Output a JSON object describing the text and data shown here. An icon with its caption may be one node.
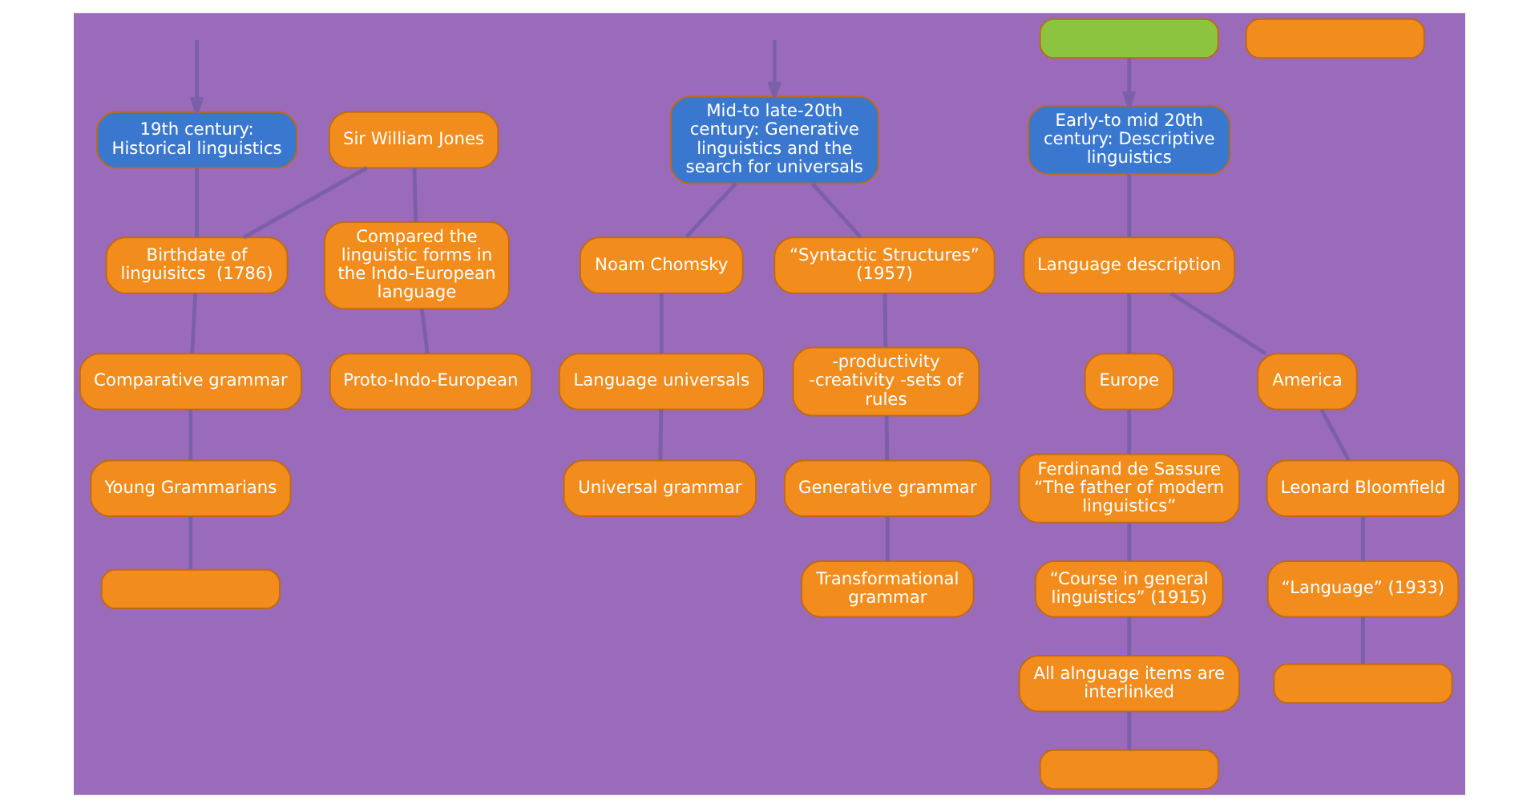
{
  "diagram": {
    "nodes": [
      {
        "text": [],
        "shape": "box"
      },
      {
        "text": [
          "19th century: Historical linguistics"
        ]
      },
      {
        "text": [
          "Early-to mid 20th century: Descriptive linguistics"
        ]
      },
      {
        "text": [
          "Mid-to late-20th century: Generative linguistics and the search for universals"
        ]
      },
      {
        "text": [
          "Sir William Jones"
        ]
      },
      {
        "text": [
          "Birthdate of linguisitcs  (1786)"
        ]
      },
      {
        "text": [
          "Compared the linguistic forms in the Indo-European language"
        ]
      },
      {
        "text": [
          "Proto-Indo-European"
        ]
      },
      {
        "text": [
          "Comparative grammar"
        ]
      },
      {
        "text": [
          "Young Grammarians"
        ]
      },
      {
        "text": [
          "Language description"
        ]
      },
      {
        "text": [
          "Europe"
        ]
      },
      {
        "text": [
          "America"
        ]
      },
      {
        "text": [
          "Ferdinand de Sassure",
          "“The father of modern linguistics”"
        ]
      },
      {
        "text": [
          "“Course in general linguistics” (1915)"
        ]
      },
      {
        "text": [
          "All alnguage items are interlinked"
        ]
      },
      {
        "text": [
          "Leonard Bloomfield"
        ]
      },
      {
        "text": [
          "“Language” (1933)"
        ]
      },
      {
        "text": [
          "Noam Chomsky"
        ]
      },
      {
        "text": [
          "“Syntactic Structures” (1957)"
        ]
      },
      {
        "text": [
          "Language universals"
        ]
      },
      {
        "text": [
          "Universal grammar"
        ]
      },
      {
        "text": [
          "-productivity -creativity -sets of rules"
        ]
      },
      {
        "text": [
          "Generative grammar"
        ]
      },
      {
        "text": [
          "Transformational grammar"
        ]
      },
      {
        "text": [],
        "shape": "box"
      },
      {
        "text": [],
        "shape": "box"
      },
      {
        "text": [],
        "shape": "box"
      },
      {
        "text": [],
        "shape": "box"
      }
    ],
    "edges": [
      {
        "from": null,
        "to": 1,
        "arrow": "to"
      },
      {
        "from": 0,
        "to": 2,
        "arrow": "to"
      },
      {
        "from": null,
        "to": 3,
        "arrow": "to"
      },
      {
        "from": 1,
        "to": 5,
        "arrow": "none"
      },
      {
        "from": 4,
        "to": 5,
        "arrow": "none"
      },
      {
        "from": 4,
        "to": 6,
        "arrow": "none"
      },
      {
        "from": 6,
        "to": 7,
        "arrow": "none"
      },
      {
        "from": 5,
        "to": 8,
        "arrow": "none"
      },
      {
        "from": 8,
        "to": 9,
        "arrow": "none"
      },
      {
        "from": 9,
        "to": 25,
        "arrow": "none"
      },
      {
        "from": 2,
        "to": 10,
        "arrow": "none"
      },
      {
        "from": 10,
        "to": 11,
        "arrow": "none"
      },
      {
        "from": 10,
        "to": 12,
        "arrow": "none"
      },
      {
        "from": 11,
        "to": 13,
        "arrow": "none"
      },
      {
        "from": 13,
        "to": 14,
        "arrow": "none"
      },
      {
        "from": 14,
        "to": 15,
        "arrow": "none"
      },
      {
        "from": 15,
        "to": 26,
        "arrow": "none"
      },
      {
        "from": 12,
        "to": 16,
        "arrow": "none"
      },
      {
        "from": 16,
        "to": 17,
        "arrow": "none"
      },
      {
        "from": 17,
        "to": 27,
        "arrow": "none"
      },
      {
        "from": 3,
        "to": 18,
        "arrow": "none"
      },
      {
        "from": 3,
        "to": 19,
        "arrow": "none"
      },
      {
        "from": 18,
        "to": 20,
        "arrow": "none"
      },
      {
        "from": 20,
        "to": 21,
        "arrow": "none"
      },
      {
        "from": 19,
        "to": 22,
        "arrow": "none"
      },
      {
        "from": 22,
        "to": 23,
        "arrow": "none"
      },
      {
        "from": 23,
        "to": 24,
        "arrow": "none"
      }
    ]
  }
}
